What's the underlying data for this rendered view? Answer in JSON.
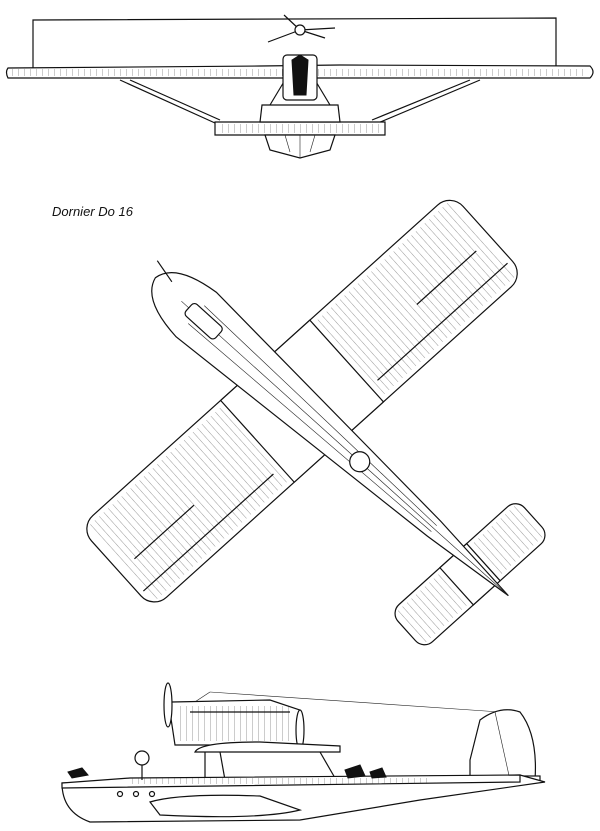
{
  "caption": {
    "title": "Dornier Do 16"
  },
  "views": [
    "front-view",
    "plan-view",
    "side-view"
  ],
  "colors": {
    "ink": "#111111",
    "paper": "#ffffff"
  }
}
